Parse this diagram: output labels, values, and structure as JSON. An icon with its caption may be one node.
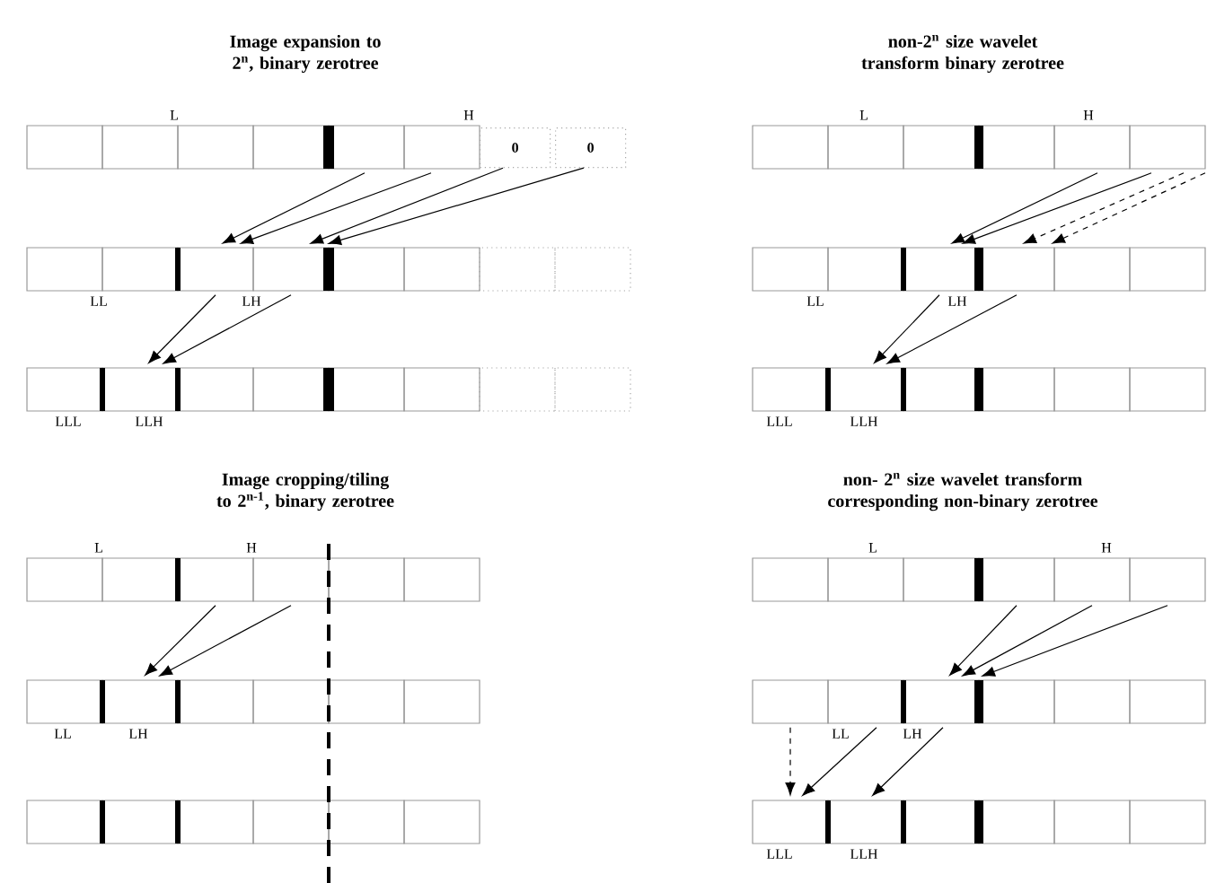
{
  "diagram": {
    "nodes": [
      {
        "text": [],
        "shape": "bar",
        "beside": [
          "L",
          "H"
        ]
      },
      {
        "text": [
          "0"
        ]
      },
      {
        "text": [
          "0"
        ]
      },
      {
        "text": [],
        "shape": "bar",
        "beside": [
          "LL",
          "LH"
        ]
      },
      {
        "text": [],
        "shape": "bar",
        "beside": [
          "LLL",
          "LLH"
        ]
      },
      {
        "text": [],
        "shape": "bar",
        "beside": [
          "L",
          "H"
        ]
      },
      {
        "text": [],
        "shape": "bar",
        "beside": [
          "LL",
          "LH"
        ]
      },
      {
        "text": [],
        "shape": "bar",
        "beside": [
          "LLL",
          "LLH"
        ]
      },
      {
        "text": [],
        "shape": "bar",
        "beside": [
          "L",
          "H"
        ]
      },
      {
        "text": [],
        "shape": "bar",
        "beside": [
          "LL",
          "LH"
        ]
      },
      {
        "text": [],
        "shape": "bar"
      },
      {
        "text": [],
        "shape": "bar",
        "beside": [
          "L",
          "H"
        ]
      },
      {
        "text": [],
        "shape": "bar",
        "beside": [
          "LL",
          "LH"
        ]
      },
      {
        "text": [],
        "shape": "bar",
        "beside": [
          "LLL",
          "LLH"
        ]
      }
    ],
    "edges": [
      {
        "from": 0,
        "to": 3,
        "arrow": "to"
      },
      {
        "from": 0,
        "to": 3,
        "arrow": "to"
      },
      {
        "from": 1,
        "to": 3,
        "arrow": "to"
      },
      {
        "from": 2,
        "to": 3,
        "arrow": "to"
      },
      {
        "from": 3,
        "to": 4,
        "arrow": "to"
      },
      {
        "from": 3,
        "to": 4,
        "arrow": "to"
      },
      {
        "from": 5,
        "to": 6,
        "arrow": "to"
      },
      {
        "from": 5,
        "to": 6,
        "arrow": "to"
      },
      {
        "from": 5,
        "to": 6,
        "arrow": "to",
        "style": "dashed"
      },
      {
        "from": 5,
        "to": 6,
        "arrow": "to",
        "style": "dashed"
      },
      {
        "from": 6,
        "to": 7,
        "arrow": "to"
      },
      {
        "from": 6,
        "to": 7,
        "arrow": "to"
      },
      {
        "from": 8,
        "to": 9,
        "arrow": "to"
      },
      {
        "from": 8,
        "to": 9,
        "arrow": "to"
      },
      {
        "from": 11,
        "to": 12,
        "arrow": "to"
      },
      {
        "from": 11,
        "to": 12,
        "arrow": "to"
      },
      {
        "from": 11,
        "to": 12,
        "arrow": "to"
      },
      {
        "from": 12,
        "to": 13,
        "arrow": "to",
        "style": "dashed"
      },
      {
        "from": 12,
        "to": 13,
        "arrow": "to"
      },
      {
        "from": 12,
        "to": 13,
        "arrow": "to"
      }
    ],
    "labels": [
      "Image expansion to 2$^{n}$, binary zerotree",
      "non-2$^{n}$ size wavelet transform binary zerotree",
      "Image cropping/tiling to 2$^{n-1}$, binary zerotree",
      "non- 2$^{n}$ size wavelet transform corresponding non-binary zerotree"
    ]
  }
}
